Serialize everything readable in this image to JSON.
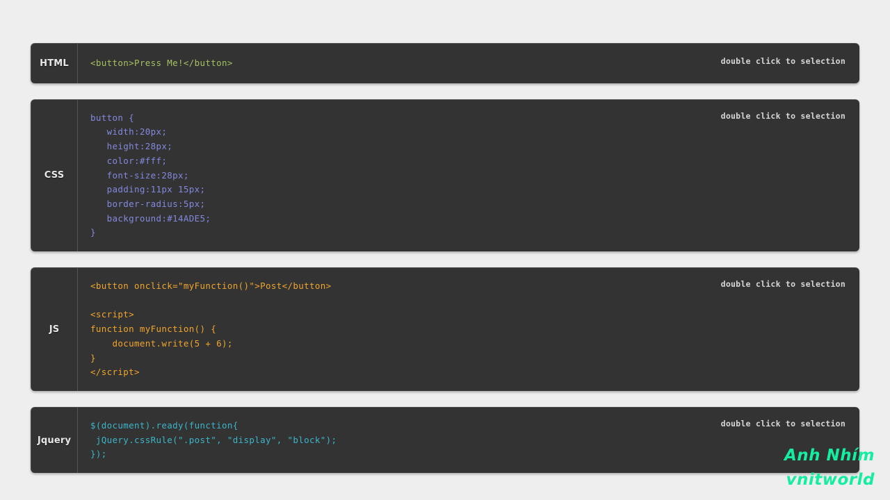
{
  "page": {
    "background": "#eeeeee",
    "panel_background": "#333333"
  },
  "panels": [
    {
      "label": "HTML",
      "hint": "double click to selection",
      "color": "#a5c261",
      "code": "<button>Press Me!</button>"
    },
    {
      "label": "CSS",
      "hint": "double click to selection",
      "color": "#8389de",
      "code": "button {\n   width:20px;\n   height:28px;\n   color:#fff;\n   font-size:28px;\n   padding:11px 15px;\n   border-radius:5px;\n   background:#14ADE5;\n}"
    },
    {
      "label": "JS",
      "hint": "double click to selection",
      "color": "#f0a52c",
      "code": "<button onclick=\"myFunction()\">Post</button>\n\n<script>\nfunction myFunction() {\n    document.write(5 + 6);\n}\n</script>"
    },
    {
      "label": "Jquery",
      "hint": "double click to selection",
      "color": "#3bb6c9",
      "code": "$(document).ready(function{\n jQuery.cssRule(\".post\", \"display\", \"block\");\n});"
    }
  ],
  "watermark": {
    "line1": "Anh Nhím",
    "line2": "vnitworld",
    "color": "#15eda0"
  }
}
